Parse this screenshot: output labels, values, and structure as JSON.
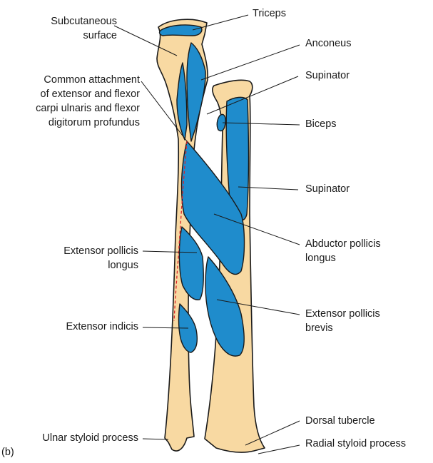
{
  "panel_letter": "(b)",
  "labels": {
    "subcutaneous_surface": "Subcutaneous\nsurface",
    "triceps": "Triceps",
    "anconeus": "Anconeus",
    "common_attachment": "Common attachment\nof extensor and flexor\ncarpi ulnaris and flexor\ndigitorum profundus",
    "supinator_top": "Supinator",
    "biceps": "Biceps",
    "supinator_mid": "Supinator",
    "abductor_pollicis_longus": "Abductor pollicis\nlongus",
    "extensor_pollicis_longus": "Extensor pollicis\nlongus",
    "extensor_pollicis_brevis": "Extensor pollicis\nbrevis",
    "extensor_indicis": "Extensor indicis",
    "dorsal_tubercle": "Dorsal tubercle",
    "ulnar_styloid_process": "Ulnar styloid process",
    "radial_styloid_process": "Radial styloid process"
  },
  "colors": {
    "bone": "#f8d9a2",
    "muscle": "#1f8ccc",
    "dashed_line": "#d9232a"
  }
}
